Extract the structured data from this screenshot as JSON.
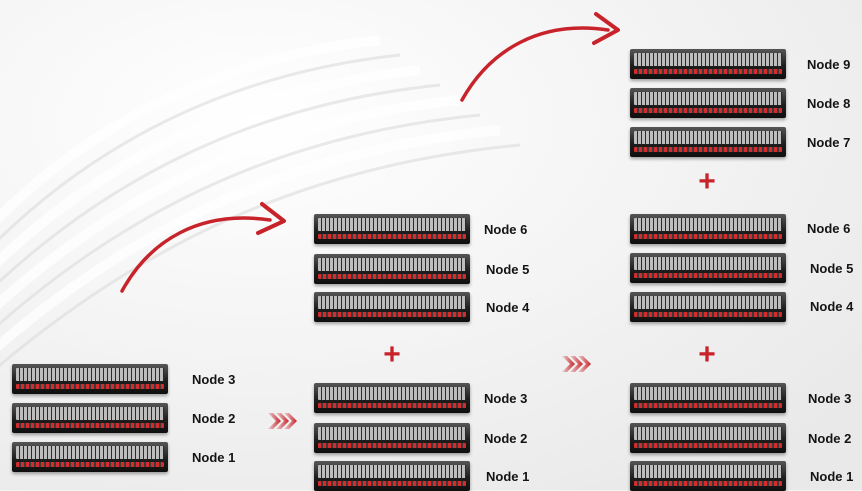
{
  "columns": [
    {
      "servers": [
        {
          "label": "Node 3"
        },
        {
          "label": "Node 2"
        },
        {
          "label": "Node 1"
        }
      ]
    },
    {
      "servers": [
        {
          "label": "Node 6"
        },
        {
          "label": "Node 5"
        },
        {
          "label": "Node 4"
        },
        {
          "label": "Node 3"
        },
        {
          "label": "Node 2"
        },
        {
          "label": "Node 1"
        }
      ]
    },
    {
      "servers": [
        {
          "label": "Node 9"
        },
        {
          "label": "Node 8"
        },
        {
          "label": "Node 7"
        },
        {
          "label": "Node 6"
        },
        {
          "label": "Node 5"
        },
        {
          "label": "Node 4"
        },
        {
          "label": "Node 3"
        },
        {
          "label": "Node 2"
        },
        {
          "label": "Node 1"
        }
      ]
    }
  ],
  "plus_symbol": "+",
  "colors": {
    "accent": "#c8232b",
    "background": "#f4f4f4",
    "server_body": "#1e1e1e",
    "drive_led": "#d42c2c",
    "label_text": "#141414"
  },
  "icons": [
    "server-rack-icon",
    "plus-icon",
    "double-chevron-right-icon",
    "curved-arrow-icon"
  ]
}
